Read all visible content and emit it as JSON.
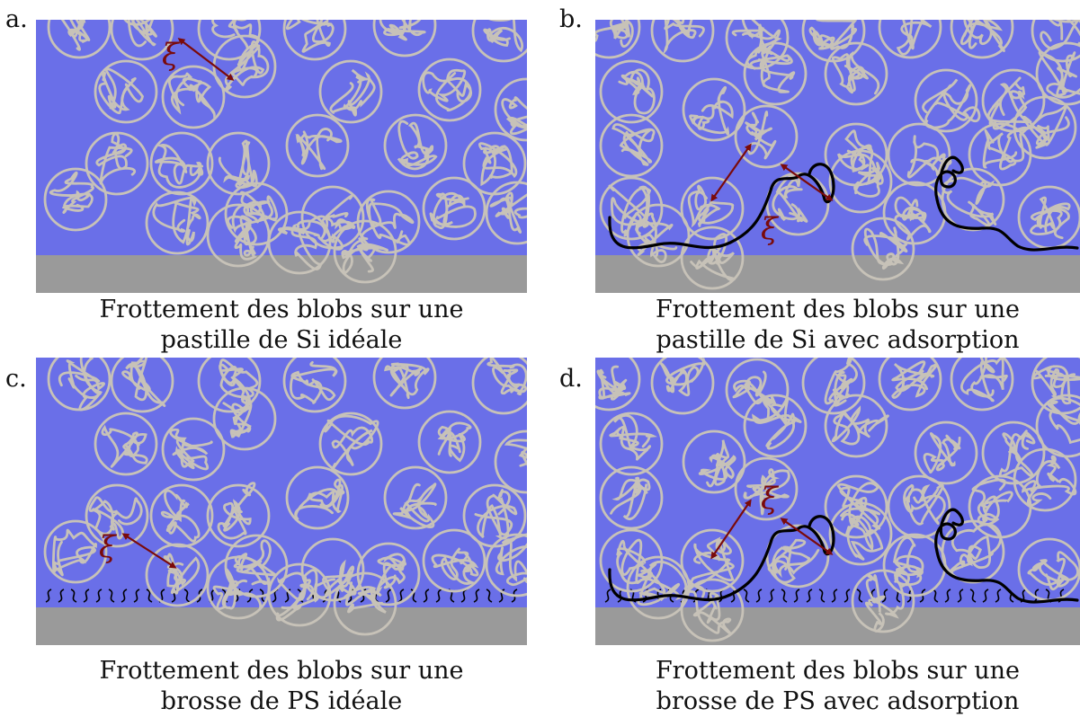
{
  "colors": {
    "solvent": "#6a6fe8",
    "substrate": "#9a9a9a",
    "blob": "#c7c2b8",
    "chain": "#000000",
    "arrow": "#7a0a0a",
    "xi_text": "#7a0a0a"
  },
  "panels": [
    {
      "letter": "a.",
      "caption_line1": "Frottement des blobs sur une",
      "caption_line2": "pastille de Si idéale",
      "xi_label": "ξ",
      "brush": false,
      "adsorbed_chains": false
    },
    {
      "letter": "b.",
      "caption_line1": "Frottement des blobs sur une",
      "caption_line2": "pastille de Si avec adsorption",
      "xi_label": "ξ",
      "brush": false,
      "adsorbed_chains": true
    },
    {
      "letter": "c.",
      "caption_line1": "Frottement des blobs sur une",
      "caption_line2": "brosse de PS idéale",
      "xi_label": "ξ",
      "brush": true,
      "adsorbed_chains": false
    },
    {
      "letter": "d.",
      "caption_line1": "Frottement des blobs sur une",
      "caption_line2": "brosse de PS avec adsorption",
      "xi_label": "ξ",
      "brush": true,
      "adsorbed_chains": true
    }
  ]
}
